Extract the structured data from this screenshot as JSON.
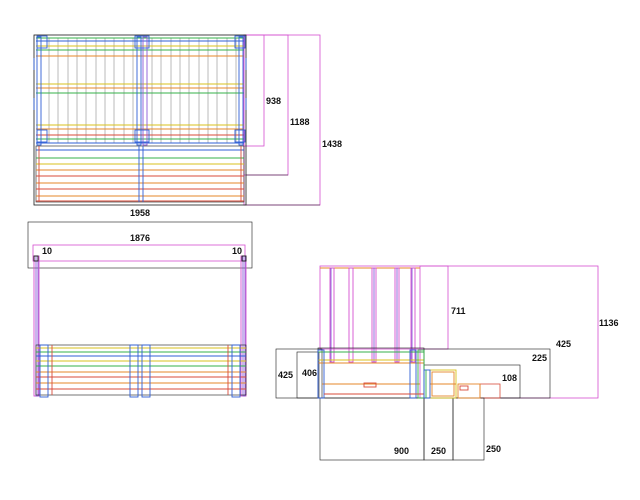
{
  "colors": {
    "dimension": "#d44fd0",
    "outline": "#1a1a1a",
    "blue": "#2f5fd6",
    "green": "#34b04a",
    "yellow": "#d9c21c",
    "orange": "#e5872a",
    "red": "#d84b3a",
    "purple": "#8a5ad8",
    "gray": "#555555"
  },
  "dimensions": {
    "top_view": {
      "d938": "938",
      "d1188": "1188",
      "d1438": "1438"
    },
    "front_view": {
      "d1958": "1958",
      "d1876": "1876",
      "d10_left": "10",
      "d10_right": "10"
    },
    "side_view": {
      "d711": "711",
      "d1136": "1136",
      "d425_right": "425",
      "d225": "225",
      "d108": "108",
      "d425_left": "425",
      "d406": "406",
      "d900": "900",
      "d250_a": "250",
      "d250_b": "250"
    }
  }
}
